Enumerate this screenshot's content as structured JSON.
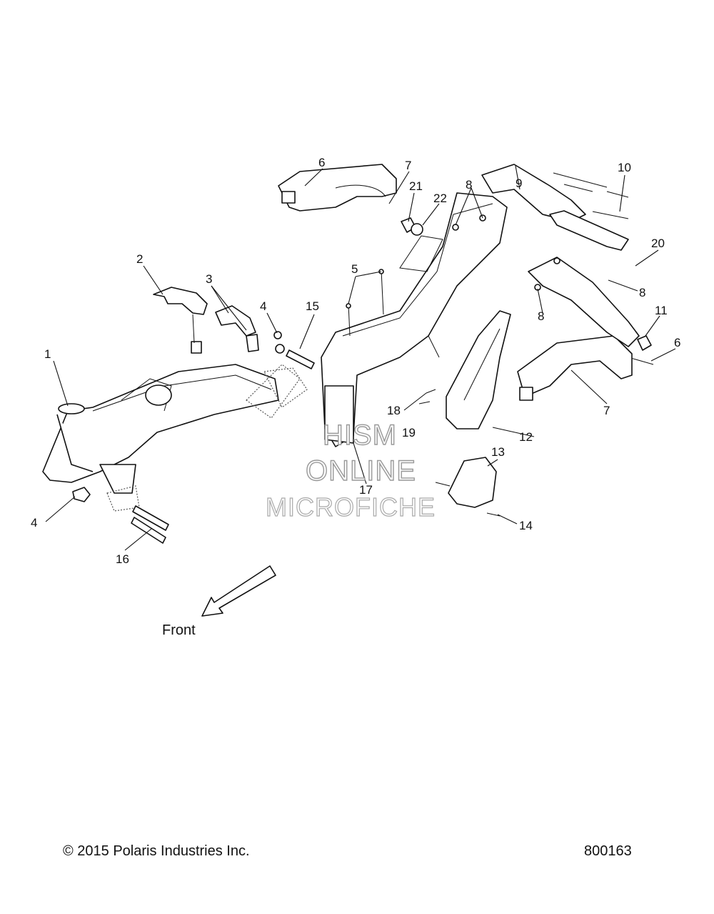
{
  "diagram": {
    "callouts": [
      {
        "id": "c1",
        "label": "1"
      },
      {
        "id": "c2",
        "label": "2"
      },
      {
        "id": "c3",
        "label": "3"
      },
      {
        "id": "c4a",
        "label": "4"
      },
      {
        "id": "c4b",
        "label": "4"
      },
      {
        "id": "c5",
        "label": "5"
      },
      {
        "id": "c6a",
        "label": "6"
      },
      {
        "id": "c6b",
        "label": "6"
      },
      {
        "id": "c7a",
        "label": "7"
      },
      {
        "id": "c7b",
        "label": "7"
      },
      {
        "id": "c8a",
        "label": "8"
      },
      {
        "id": "c8b",
        "label": "8"
      },
      {
        "id": "c8c",
        "label": "8"
      },
      {
        "id": "c9",
        "label": "9"
      },
      {
        "id": "c10",
        "label": "10"
      },
      {
        "id": "c11",
        "label": "11"
      },
      {
        "id": "c12",
        "label": "12"
      },
      {
        "id": "c13",
        "label": "13"
      },
      {
        "id": "c14",
        "label": "14"
      },
      {
        "id": "c15",
        "label": "15"
      },
      {
        "id": "c16",
        "label": "16"
      },
      {
        "id": "c17",
        "label": "17"
      },
      {
        "id": "c18",
        "label": "18"
      },
      {
        "id": "c19",
        "label": "19"
      },
      {
        "id": "c20",
        "label": "20"
      },
      {
        "id": "c21",
        "label": "21"
      },
      {
        "id": "c22",
        "label": "22"
      }
    ],
    "front_label": "Front",
    "watermark": {
      "line1": "HISM",
      "line2": "ONLINE",
      "line3": "MICROFICHE"
    }
  },
  "footer": {
    "copyright": "© 2015 Polaris Industries Inc.",
    "diagram_id": "800163"
  }
}
